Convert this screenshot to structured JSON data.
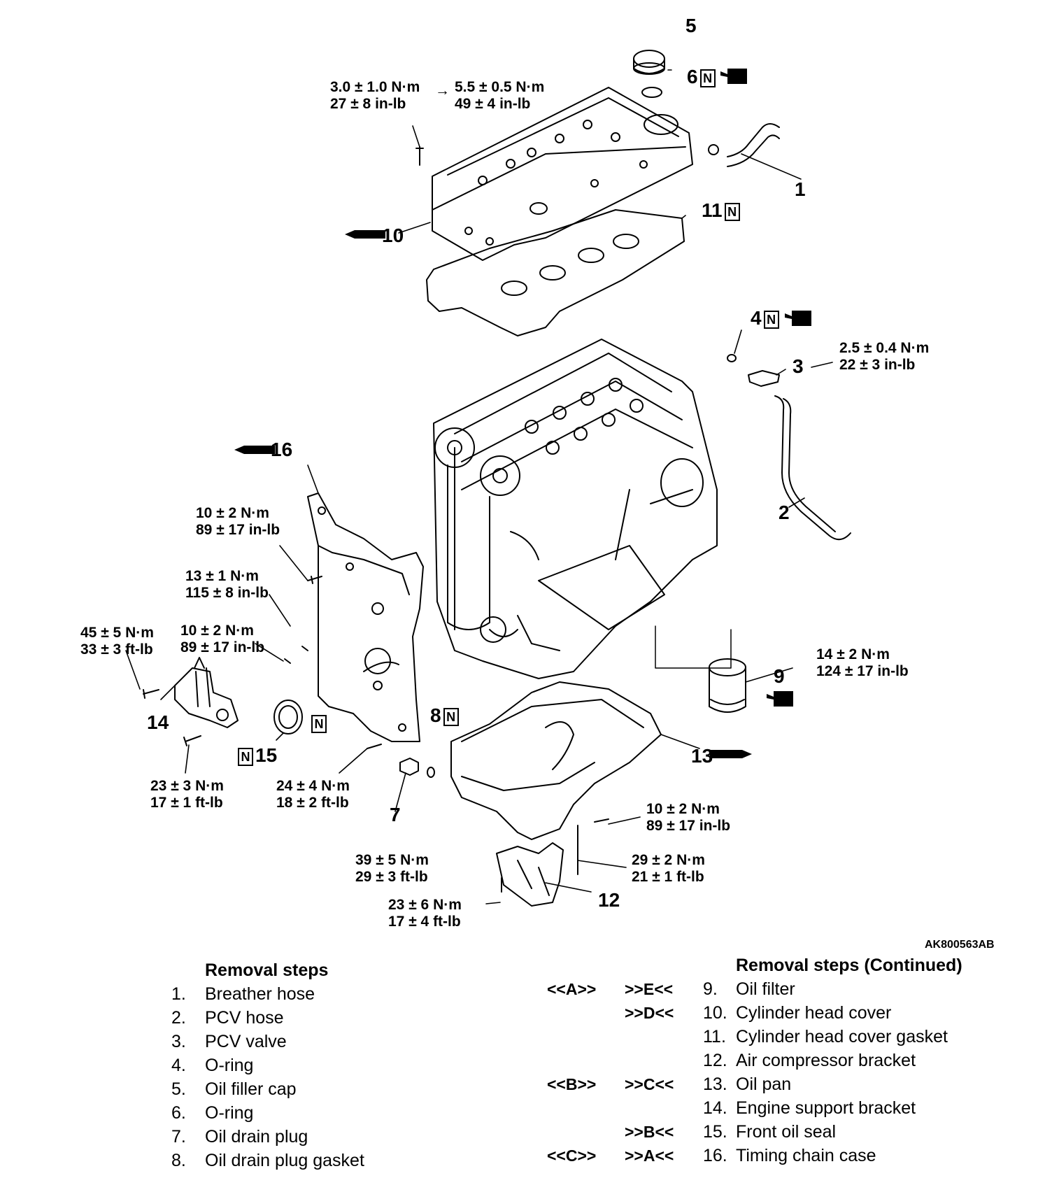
{
  "figure_ref": "AK800563AB",
  "torques": {
    "t1": [
      "3.0 ± 1.0 N·m",
      "27 ± 8 in-lb"
    ],
    "t1_arrow": "→",
    "t2": [
      "5.5 ± 0.5 N·m",
      "49 ± 4 in-lb"
    ],
    "t3": [
      "2.5 ± 0.4 N·m",
      "22 ± 3 in-lb"
    ],
    "t4": [
      "10 ± 2 N·m",
      "89 ± 17 in-lb"
    ],
    "t5": [
      "13 ± 1 N·m",
      "115 ± 8 in-lb"
    ],
    "t6": [
      "45 ± 5 N·m",
      "33 ± 3 ft-lb"
    ],
    "t7": [
      "10 ± 2 N·m",
      "89 ± 17 in-lb"
    ],
    "t8": [
      "14 ± 2 N·m",
      "124 ± 17 in-lb"
    ],
    "t9": [
      "23 ± 3 N·m",
      "17 ± 1 ft-lb"
    ],
    "t10": [
      "24 ± 4 N·m",
      "18 ± 2 ft-lb"
    ],
    "t11": [
      "10 ± 2 N·m",
      "89 ± 17 in-lb"
    ],
    "t12": [
      "39 ± 5 N·m",
      "29 ± 3 ft-lb"
    ],
    "t13": [
      "29 ± 2 N·m",
      "21 ± 1 ft-lb"
    ],
    "t14": [
      "23 ± 6 N·m",
      "17 ± 4 ft-lb"
    ]
  },
  "callouts": {
    "c1": "1",
    "c2": "2",
    "c3": "3",
    "c4": "4",
    "c5": "5",
    "c6": "6",
    "c7": "7",
    "c8": "8",
    "c9": "9",
    "c10": "10",
    "c11": "11",
    "c12": "12",
    "c13": "13",
    "c14": "14",
    "c15": "15",
    "c16": "16",
    "n_mark": "N"
  },
  "steps_left": {
    "heading": "Removal steps",
    "items": [
      {
        "num": "1.",
        "label": "Breather hose"
      },
      {
        "num": "2.",
        "label": "PCV hose"
      },
      {
        "num": "3.",
        "label": "PCV valve"
      },
      {
        "num": "4.",
        "label": "O-ring"
      },
      {
        "num": "5.",
        "label": "Oil filler cap"
      },
      {
        "num": "6.",
        "label": "O-ring"
      },
      {
        "num": "7.",
        "label": "Oil drain plug"
      },
      {
        "num": "8.",
        "label": "Oil drain plug gasket"
      }
    ]
  },
  "steps_right": {
    "heading": "Removal steps (Continued)",
    "items": [
      {
        "num": "9.",
        "label": "Oil filter",
        "removal": "<<A>>",
        "install": ">>E<<"
      },
      {
        "num": "10.",
        "label": "Cylinder head cover",
        "removal": "",
        "install": ">>D<<"
      },
      {
        "num": "11.",
        "label": "Cylinder head cover gasket",
        "removal": "",
        "install": ""
      },
      {
        "num": "12.",
        "label": "Air compressor bracket",
        "removal": "",
        "install": ""
      },
      {
        "num": "13.",
        "label": "Oil pan",
        "removal": "<<B>>",
        "install": ">>C<<"
      },
      {
        "num": "14.",
        "label": "Engine support bracket",
        "removal": "",
        "install": ""
      },
      {
        "num": "15.",
        "label": "Front oil seal",
        "removal": "",
        "install": ">>B<<"
      },
      {
        "num": "16.",
        "label": "Timing chain case",
        "removal": "<<C>>",
        "install": ">>A<<"
      }
    ]
  }
}
